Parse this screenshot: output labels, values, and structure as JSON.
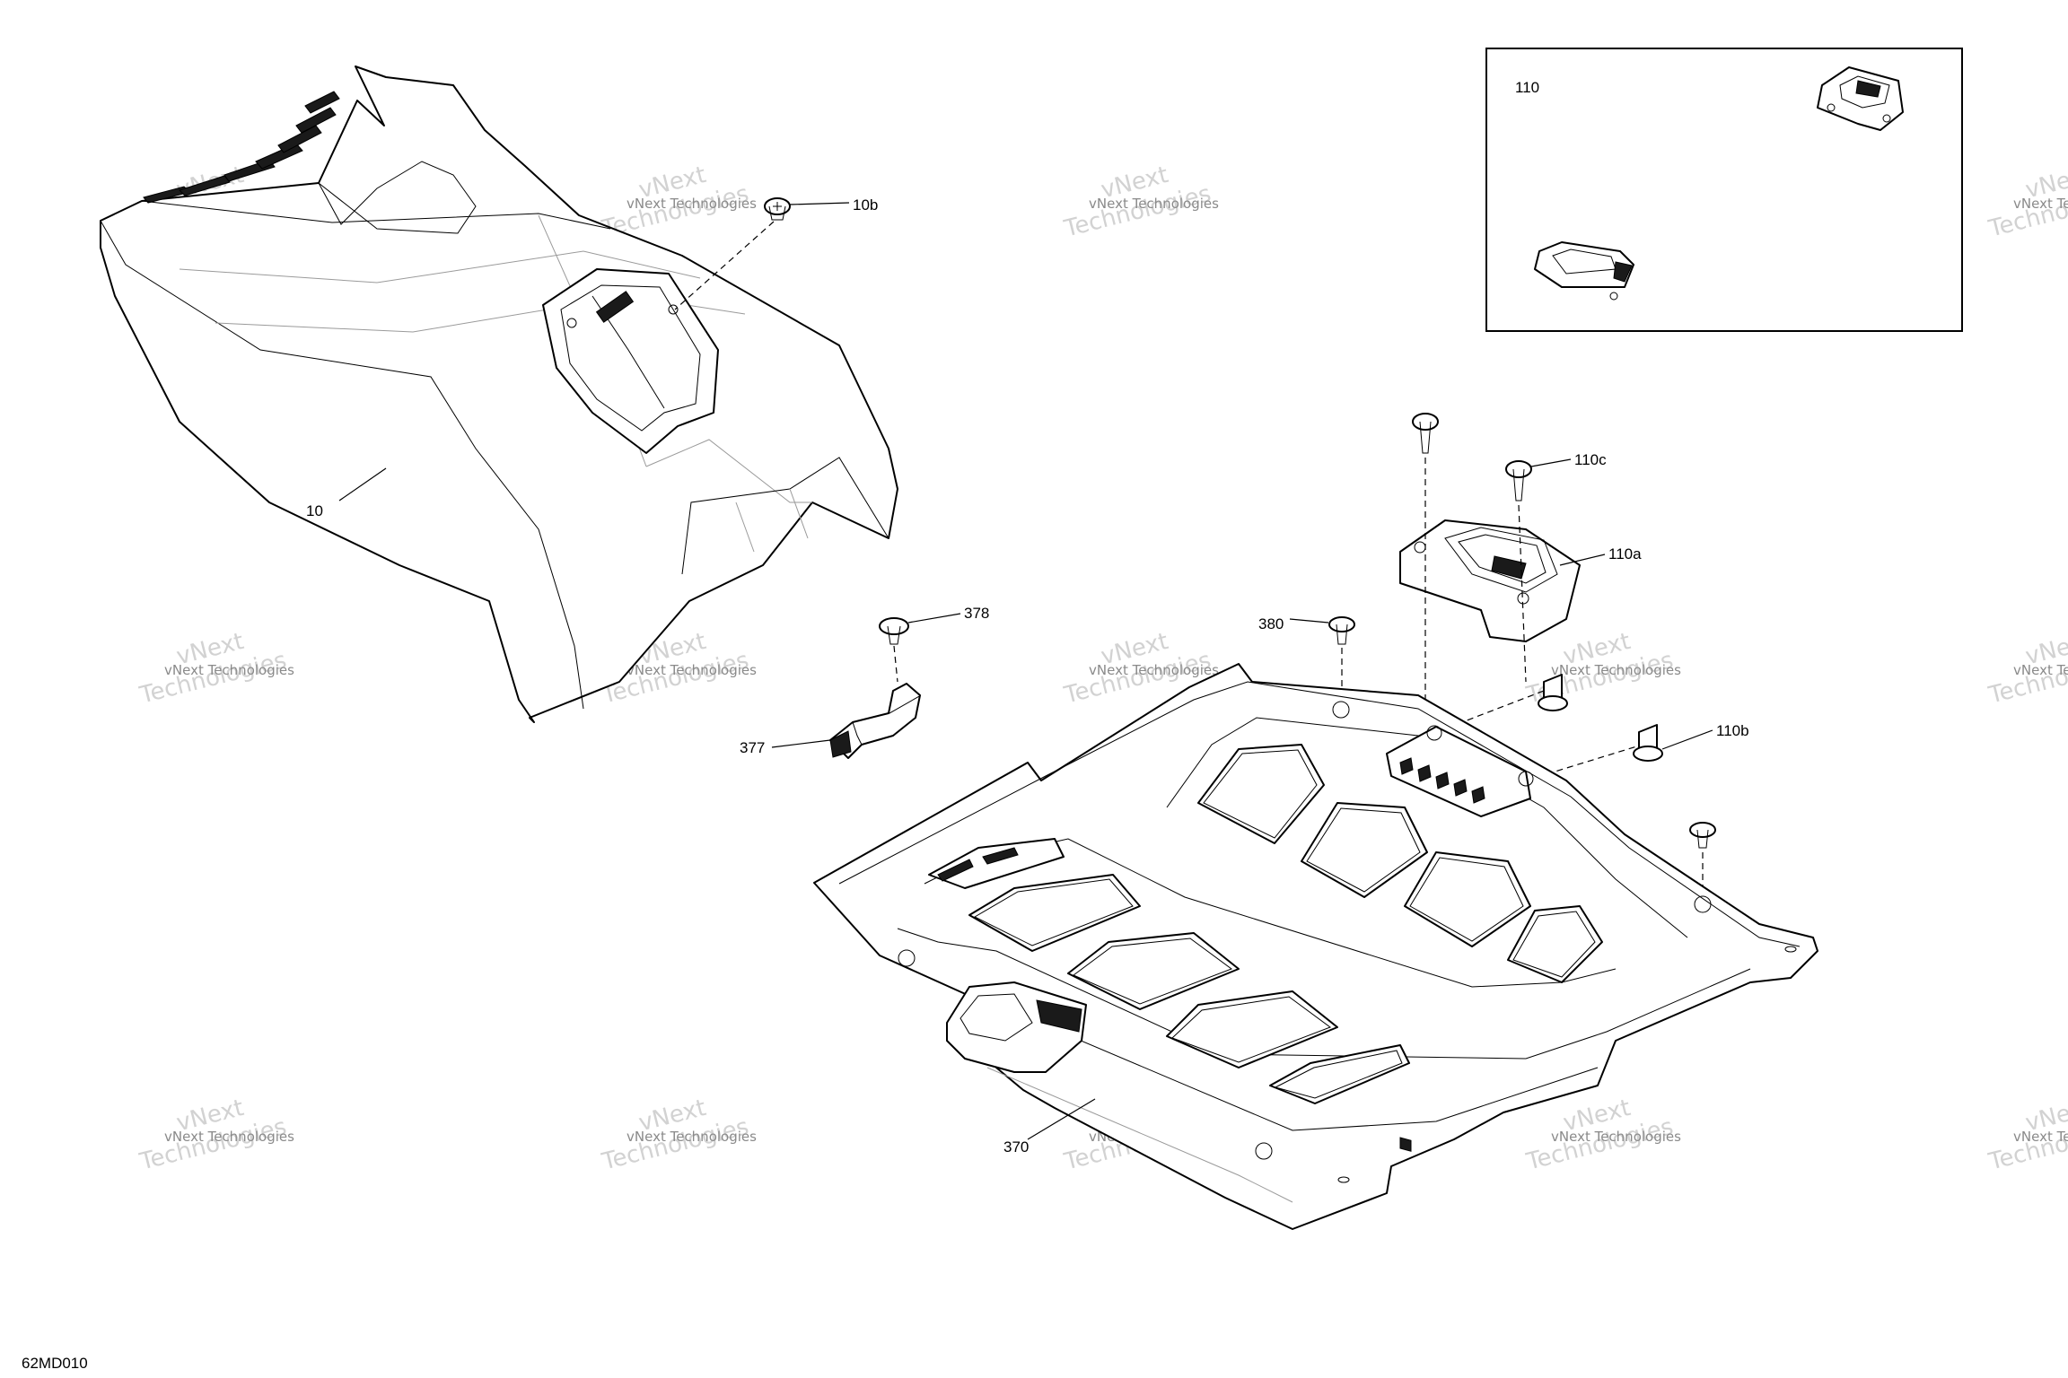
{
  "diagram": {
    "drawing_code": "62MD010",
    "watermark": {
      "line1": "vNext Technologies",
      "line2": "Technologies",
      "line3": "vNext"
    },
    "callouts": {
      "c10": "10",
      "c10b": "10b",
      "c110": "110",
      "c110a": "110a",
      "c110b": "110b",
      "c110c": "110c",
      "c370": "370",
      "c377": "377",
      "c378": "378",
      "c380": "380"
    }
  }
}
